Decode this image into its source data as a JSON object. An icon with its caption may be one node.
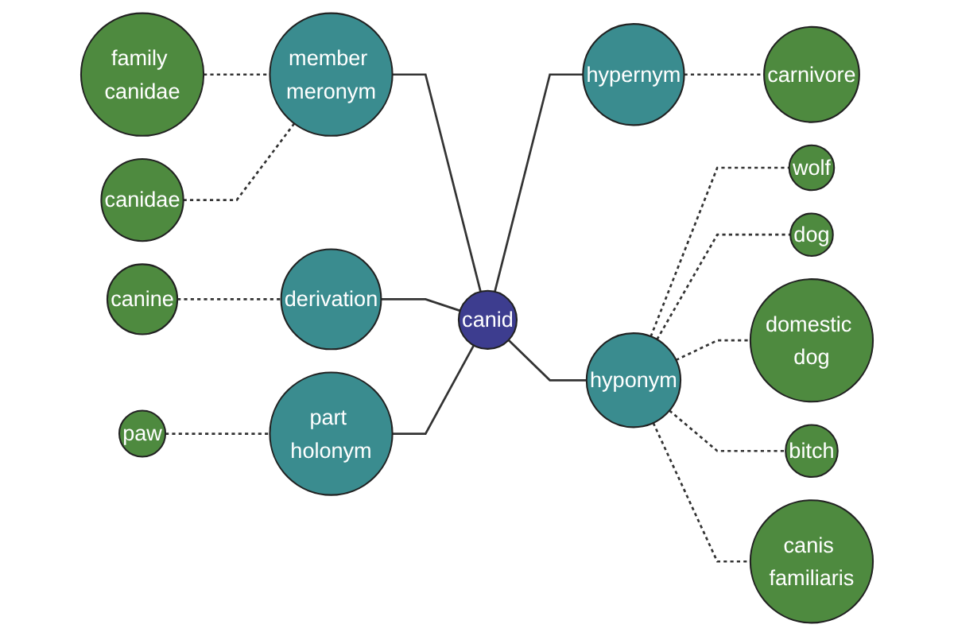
{
  "diagram": {
    "nodes": [
      {
        "text": [
          "family canidae"
        ]
      },
      {
        "text": [
          "canidae"
        ]
      },
      {
        "text": [
          "member meronym"
        ]
      },
      {
        "text": [
          "canine"
        ]
      },
      {
        "text": [
          "derivation"
        ]
      },
      {
        "text": [
          "paw"
        ]
      },
      {
        "text": [
          "part holonym"
        ]
      },
      {
        "text": [
          "canid"
        ]
      },
      {
        "text": [
          "hypernym"
        ]
      },
      {
        "text": [
          "wolf"
        ]
      },
      {
        "text": [
          "hyponym"
        ]
      },
      {
        "text": [
          "carnivore"
        ]
      },
      {
        "text": [
          "domestic dog"
        ]
      },
      {
        "text": [
          "dog"
        ]
      },
      {
        "text": [
          "bitch"
        ]
      },
      {
        "text": [
          "canis familiaris"
        ]
      }
    ],
    "edges": [
      {
        "from": 0,
        "to": 2,
        "arrow": "none",
        "style": "dashed"
      },
      {
        "from": 1,
        "to": 2,
        "arrow": "none",
        "style": "dashed"
      },
      {
        "from": 2,
        "to": 7,
        "arrow": "none"
      },
      {
        "from": 3,
        "to": 4,
        "arrow": "none",
        "style": "dashed"
      },
      {
        "from": 4,
        "to": 7,
        "arrow": "none"
      },
      {
        "from": 5,
        "to": 6,
        "arrow": "none",
        "style": "dashed"
      },
      {
        "from": 6,
        "to": 7,
        "arrow": "none"
      },
      {
        "from": 7,
        "to": 8,
        "arrow": "none"
      },
      {
        "from": 7,
        "to": 10,
        "arrow": "none"
      },
      {
        "from": 8,
        "to": 11,
        "arrow": "none",
        "style": "dashed"
      },
      {
        "from": 10,
        "to": 9,
        "arrow": "none",
        "style": "dashed"
      },
      {
        "from": 10,
        "to": 13,
        "arrow": "none",
        "style": "dashed"
      },
      {
        "from": 10,
        "to": 12,
        "arrow": "none",
        "style": "dashed"
      },
      {
        "from": 10,
        "to": 14,
        "arrow": "none",
        "style": "dashed"
      },
      {
        "from": 10,
        "to": 15,
        "arrow": "none",
        "style": "dashed"
      }
    ]
  }
}
